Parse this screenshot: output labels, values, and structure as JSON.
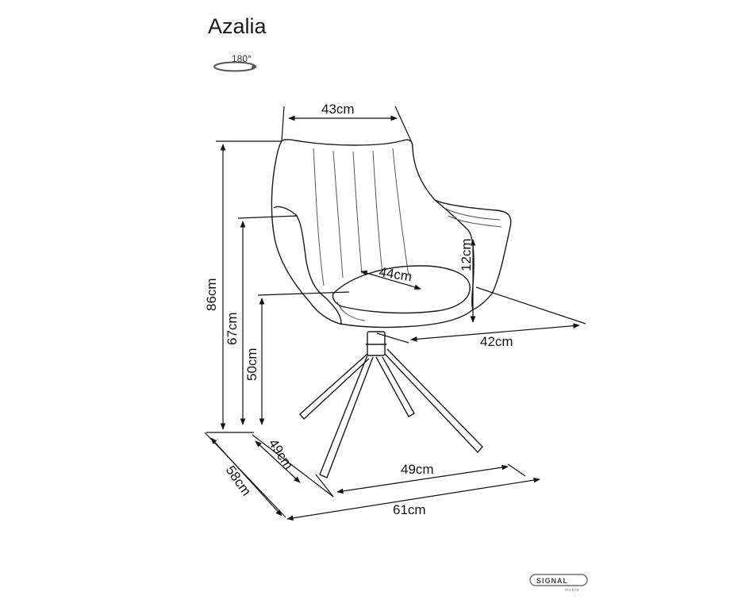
{
  "title": "Azalia",
  "rotation_label": "180°",
  "dimensions": {
    "back_width": "43cm",
    "seat_width": "44cm",
    "armrest_height": "12cm",
    "seat_depth": "42cm",
    "total_height": "86cm",
    "armrest_floor_height": "67cm",
    "seat_height": "50cm",
    "base_depth": "49cm",
    "base_width": "49cm",
    "total_depth": "58cm",
    "total_width": "61cm"
  },
  "brand": {
    "name": "SIGNAL",
    "sub": "meble"
  }
}
